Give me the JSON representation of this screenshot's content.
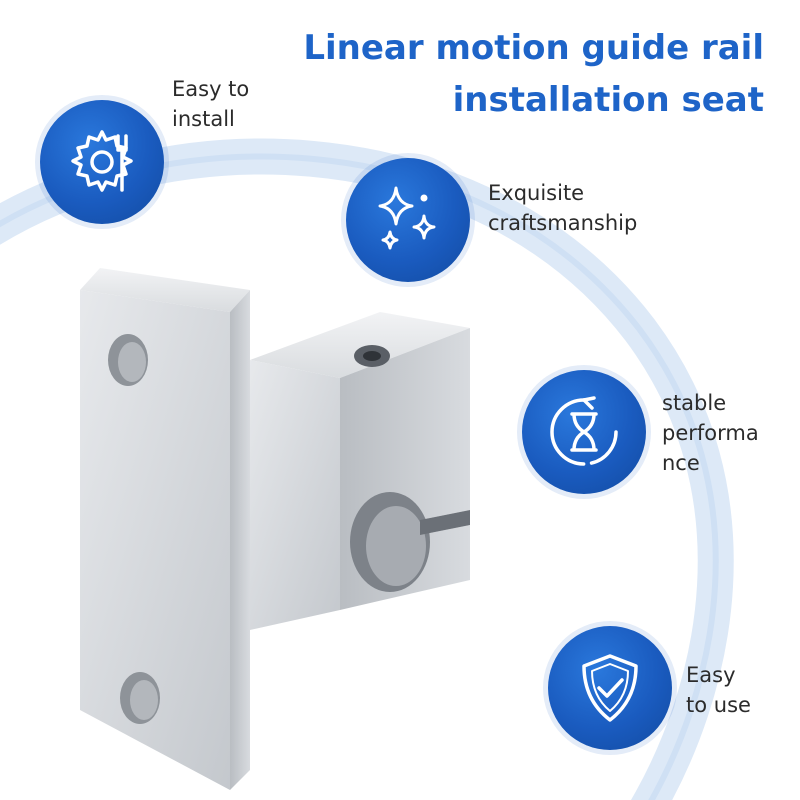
{
  "title": {
    "line1": "Linear motion guide rail",
    "line2": "installation seat"
  },
  "colors": {
    "accent": "#1e64c8",
    "arc": "#dde9f7",
    "text": "#2b2b2b",
    "metal": "#cfd2d6"
  },
  "features": [
    {
      "icon": "gear-wrench-icon",
      "label": "Easy to\ninstall"
    },
    {
      "icon": "sparkles-icon",
      "label": "Exquisite\ncraftsmanship"
    },
    {
      "icon": "hourglass-refresh-icon",
      "label": "stable\nperforma\nnce"
    },
    {
      "icon": "shield-check-icon",
      "label": "Easy\nto use"
    }
  ]
}
